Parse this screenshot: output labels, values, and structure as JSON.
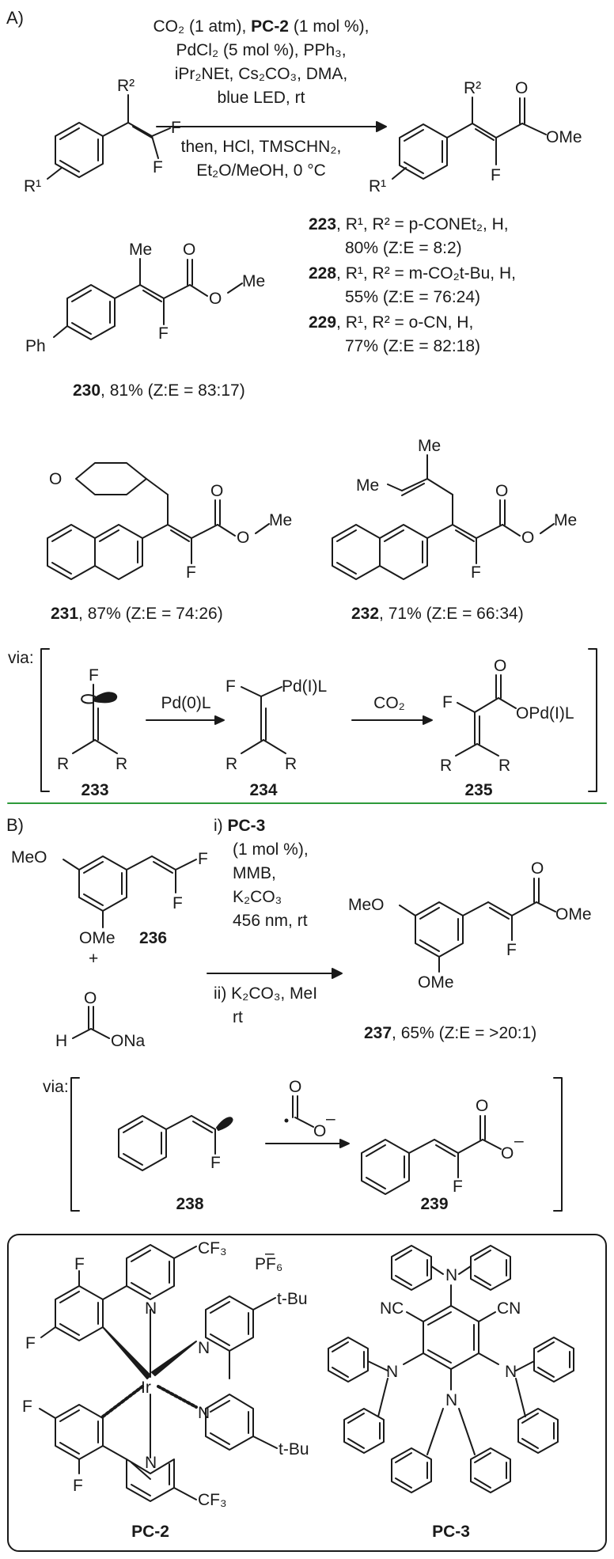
{
  "panel_a": {
    "label": "A)",
    "conditions": [
      {
        "text": "CO₂ (1 atm), ",
        "bold": "PC-2",
        "rest": " (1 mol %),"
      },
      {
        "text": "PdCl₂ (5 mol %), PPh₃,"
      },
      {
        "text": "iPr₂NEt, Cs₂CO₃, DMA,"
      },
      {
        "text": "blue LED, rt"
      },
      {
        "text": "then, HCl, TMSCHN₂,"
      },
      {
        "text": "Et₂O/MeOH, 0 °C"
      }
    ],
    "products": [
      {
        "num": "223",
        "line1": ", R¹, R² = p-CONEt₂, H,",
        "line2": "80% (Z:E = 8:2)"
      },
      {
        "num": "228",
        "line1": ", R¹, R² = m-CO₂t-Bu, H,",
        "line2": "55% (Z:E = 76:24)"
      },
      {
        "num": "229",
        "line1": ", R¹, R² = o-CN, H,",
        "line2": "77% (Z:E = 82:18)"
      },
      {
        "num": "230",
        "line1": ", 81% (Z:E = 83:17)"
      },
      {
        "num": "231",
        "line1": ", 87% (Z:E = 74:26)"
      },
      {
        "num": "232",
        "line1": ", 71% (Z:E = 66:34)"
      }
    ],
    "via": {
      "label": "via:",
      "step1": "Pd(0)L",
      "step2": "CO₂",
      "compounds": [
        "233",
        "234",
        "235"
      ],
      "pd_label": "Pd(I)L",
      "opd_label": "OPd(I)L"
    }
  },
  "panel_b": {
    "label": "B)",
    "conditions": [
      "i) PC-3",
      "(1 mol %),",
      "MMB,",
      "K₂CO₃",
      "456 nm, rt",
      "ii) K₂CO₃, MeI",
      "rt"
    ],
    "substrate_num": "236",
    "product": {
      "num": "237",
      "line1": ", 65% (Z:E = >20:1)"
    },
    "via": {
      "label": "via:",
      "compounds": [
        "238",
        "239"
      ]
    }
  },
  "catalysts": {
    "pc2": "PC-2",
    "pc3": "PC-3",
    "pf6": "PF₆"
  },
  "atoms": {
    "F": "F",
    "O": "O",
    "N": "N",
    "Ir": "Ir",
    "OMe": "OMe",
    "MeO": "MeO",
    "Me": "Me",
    "Ph": "Ph",
    "R": "R",
    "R1": "R¹",
    "R2": "R²",
    "CN": "CN",
    "NC": "NC",
    "CF3": "CF₃",
    "tBu": "t-Bu",
    "ONa": "ONa",
    "H": "H",
    "plus": "+",
    "minus": "–"
  }
}
